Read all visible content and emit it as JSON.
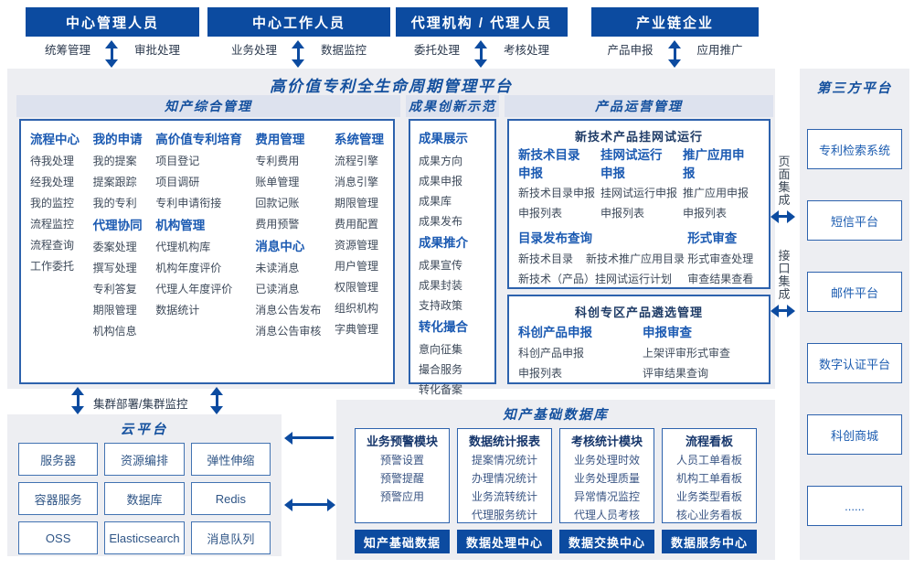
{
  "actors": [
    {
      "title": "中心管理人员",
      "left": "统筹管理",
      "right": "审批处理"
    },
    {
      "title": "中心工作人员",
      "left": "业务处理",
      "right": "数据监控"
    },
    {
      "title": "代理机构 / 代理人员",
      "left": "委托处理",
      "right": "考核处理"
    },
    {
      "title": "产业链企业",
      "left": "产品申报",
      "right": "应用推广"
    }
  ],
  "platform": {
    "title": "高价值专利全生命周期管理平台",
    "ip_management": {
      "title": "知产综合管理",
      "columns": [
        [
          {
            "title": "流程中心",
            "items": [
              "待我处理",
              "经我处理",
              "我的监控",
              "流程监控",
              "流程查询",
              "工作委托"
            ]
          }
        ],
        [
          {
            "title": "我的申请",
            "items": [
              "我的提案",
              "提案跟踪",
              "我的专利"
            ]
          },
          {
            "title": "代理协同",
            "items": [
              "委案处理",
              "撰写处理",
              "专利答复",
              "期限管理",
              "机构信息"
            ]
          }
        ],
        [
          {
            "title": "高价值专利培育",
            "items": [
              "项目登记",
              "项目调研",
              "专利申请衔接"
            ]
          },
          {
            "title": "机构管理",
            "items": [
              "代理机构库",
              "机构年度评价",
              "代理人年度评价",
              "数据统计"
            ]
          }
        ],
        [
          {
            "title": "费用管理",
            "items": [
              "专利费用",
              "账单管理",
              "回款记账",
              "费用预警"
            ]
          },
          {
            "title": "消息中心",
            "items": [
              "未读消息",
              "已读消息",
              "消息公告发布",
              "消息公告审核"
            ]
          }
        ],
        [
          {
            "title": "系统管理",
            "items": [
              "流程引擎",
              "消息引擎",
              "期限管理",
              "费用配置",
              "资源管理",
              "用户管理",
              "权限管理",
              "组织机构",
              "字典管理"
            ]
          }
        ]
      ]
    },
    "achievement": {
      "title": "成果创新示范",
      "groups": [
        {
          "title": "成果展示",
          "items": [
            "成果方向",
            "成果申报",
            "成果库",
            "成果发布"
          ]
        },
        {
          "title": "成果推介",
          "items": [
            "成果宣传",
            "成果封装",
            "支持政策"
          ]
        },
        {
          "title": "转化撮合",
          "items": [
            "意向征集",
            "撮合服务",
            "转化备案"
          ]
        }
      ]
    },
    "product_ops": {
      "title": "产品运营管理",
      "trial_box": {
        "title": "新技术产品挂网试运行",
        "apply_columns": [
          {
            "title": "新技术目录申报",
            "items": [
              "新技术目录申报",
              "申报列表"
            ]
          },
          {
            "title": "挂网试运行申报",
            "items": [
              "挂网试运行申报",
              "申报列表"
            ]
          },
          {
            "title": "推广应用申报",
            "items": [
              "推广应用申报",
              "申报列表"
            ]
          }
        ],
        "catalog": {
          "title": "目录发布查询",
          "row1": [
            "新技术目录",
            "新技术推广应用目录"
          ],
          "row2": "新技术（产品）挂网试运行计划"
        },
        "review": {
          "title": "形式审查",
          "items": [
            "形式审查处理",
            "审查结果查看"
          ]
        }
      },
      "selection_box": {
        "title": "科创专区产品遴选管理",
        "columns": [
          {
            "title": "科创产品申报",
            "items": [
              "科创产品申报",
              "申报列表"
            ]
          },
          {
            "title": "申报审查",
            "items": [
              "上架评审形式审查",
              "评审结果查询"
            ]
          }
        ]
      }
    }
  },
  "integration": {
    "page": "页面集成",
    "api": "接口集成"
  },
  "third_party": {
    "title": "第三方平台",
    "items": [
      "专利检索系统",
      "短信平台",
      "邮件平台",
      "数字认证平台",
      "科创商城",
      "......"
    ]
  },
  "cluster_label": "集群部署/集群监控",
  "cloud": {
    "title": "云平台",
    "items": [
      "服务器",
      "资源编排",
      "弹性伸缩",
      "容器服务",
      "数据库",
      "Redis",
      "OSS",
      "Elasticsearch",
      "消息队列"
    ]
  },
  "database": {
    "title": "知产基础数据库",
    "modules": [
      {
        "title": "业务预警模块",
        "items": [
          "预警设置",
          "预警提醒",
          "预警应用"
        ]
      },
      {
        "title": "数据统计报表",
        "items": [
          "提案情况统计",
          "办理情况统计",
          "业务流转统计",
          "代理服务统计"
        ]
      },
      {
        "title": "考核统计模块",
        "items": [
          "业务处理时效",
          "业务处理质量",
          "异常情况监控",
          "代理人员考核"
        ]
      },
      {
        "title": "流程看板",
        "items": [
          "人员工单看板",
          "机构工单看板",
          "业务类型看板",
          "核心业务看板"
        ]
      }
    ],
    "bars": [
      "知产基础数据",
      "数据处理中心",
      "数据交换中心",
      "数据服务中心"
    ]
  },
  "colors": {
    "primary_blue": "#0c4ba0",
    "section_title_blue": "#14509e",
    "group_header_blue": "#1b5ab2",
    "item_text": "#3e4a5a",
    "container_bg": "#edeef2",
    "band_bg": "#dde2ee",
    "box_border": "#2d62ad"
  }
}
